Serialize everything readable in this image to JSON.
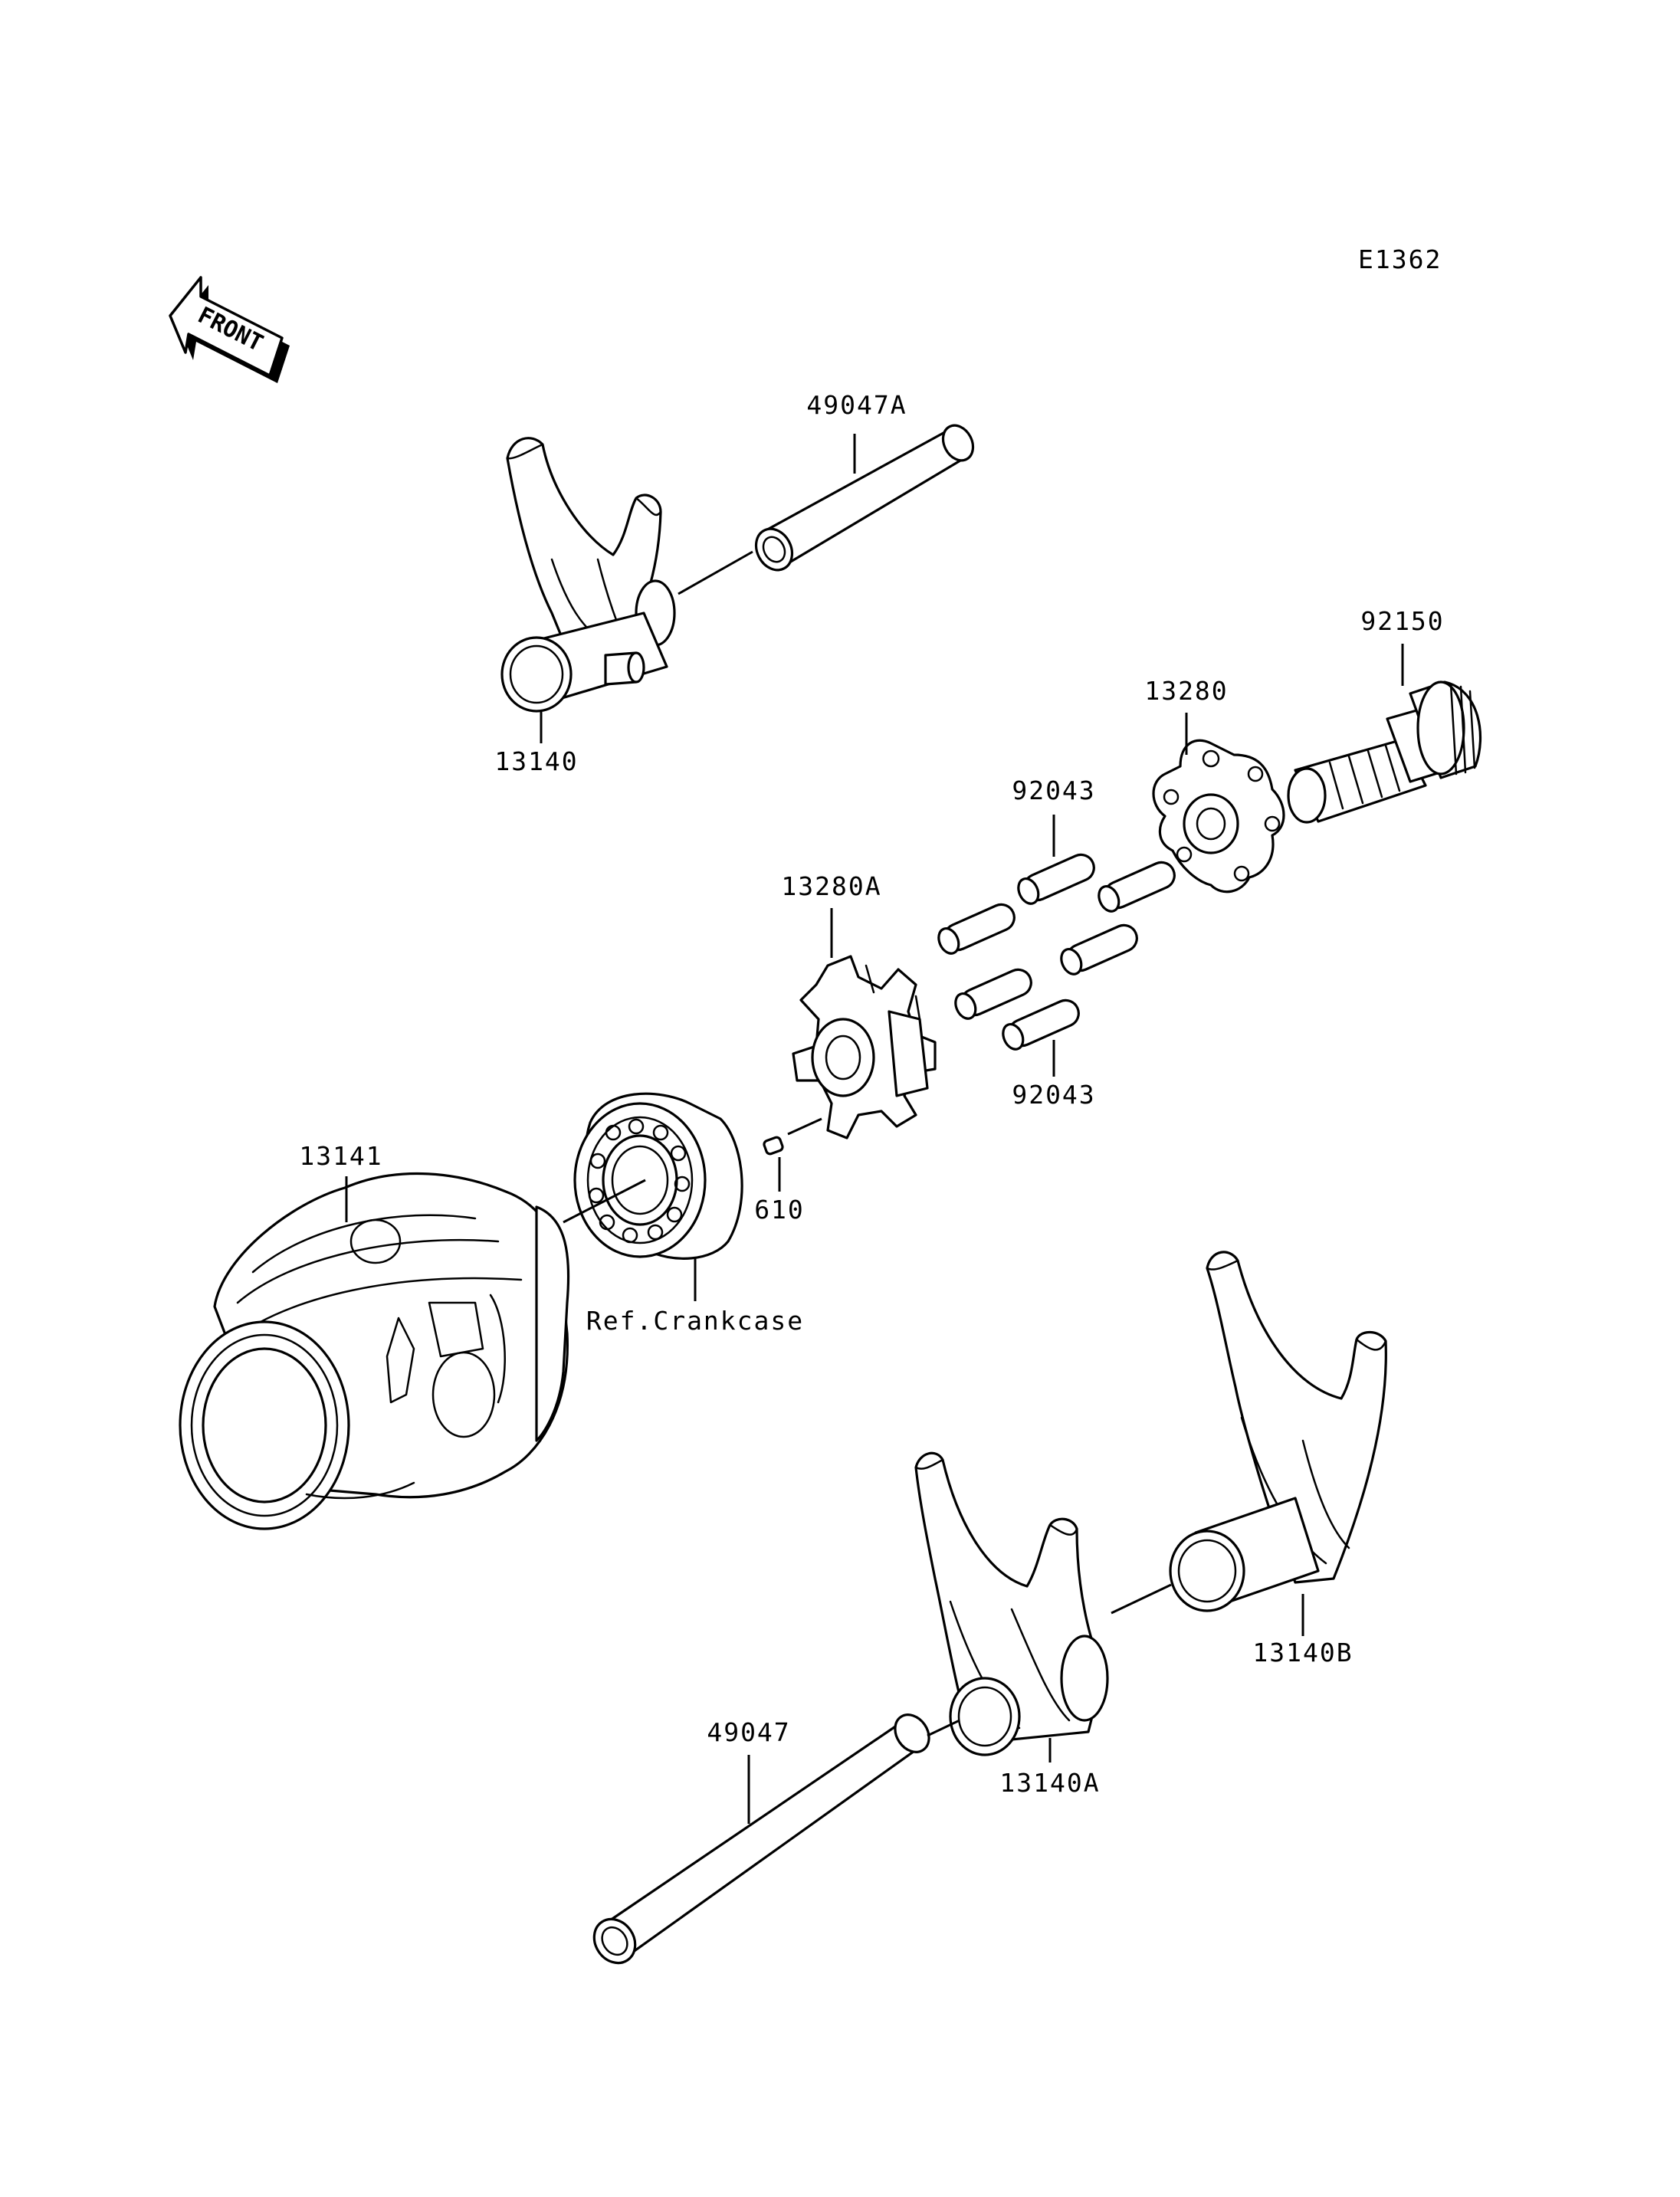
{
  "diagram_code": "E1362",
  "front_indicator": "FRONT",
  "parts": {
    "p49047A": "49047A",
    "p13140": "13140",
    "p92150": "92150",
    "p13280": "13280",
    "p92043_top": "92043",
    "p13280A": "13280A",
    "p92043_bottom": "92043",
    "p13141": "13141",
    "p610": "610",
    "ref_crankcase": "Ref.Crankcase",
    "p13140B": "13140B",
    "p49047": "49047",
    "p13140A": "13140A"
  }
}
